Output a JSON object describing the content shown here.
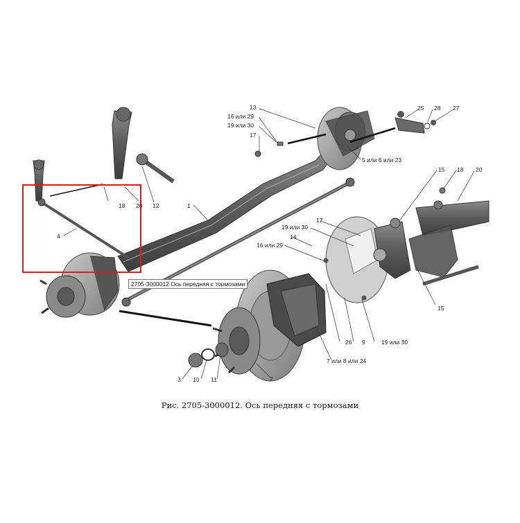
{
  "caption": "Рис. 2705-3000012. Ось передняя с тормозами",
  "tooltip": "2705-3000012 Ось передняя с тормозами",
  "highlight_color": "#d81b1b",
  "callouts": {
    "c1": "1",
    "c2": "2",
    "c3": "3",
    "c4": "4",
    "c5": "5 или 6 или 23",
    "c7": "7 или 8 или 24",
    "c9": "9",
    "c10": "10",
    "c11": "11",
    "c12": "12",
    "c13": "13",
    "c14": "14",
    "c15a": "15",
    "c15b": "15",
    "c16a": "16 или 29",
    "c16b": "16 или 29",
    "c17a": "17",
    "c17b": "17",
    "c18a": "18",
    "c18b": "18",
    "c19a": "19 или 30",
    "c19b": "19 или 30",
    "c19c": "19 или 30",
    "c20a": "20",
    "c20b": "20",
    "c25": "25",
    "c26": "26",
    "c27": "27",
    "c28": "28"
  }
}
